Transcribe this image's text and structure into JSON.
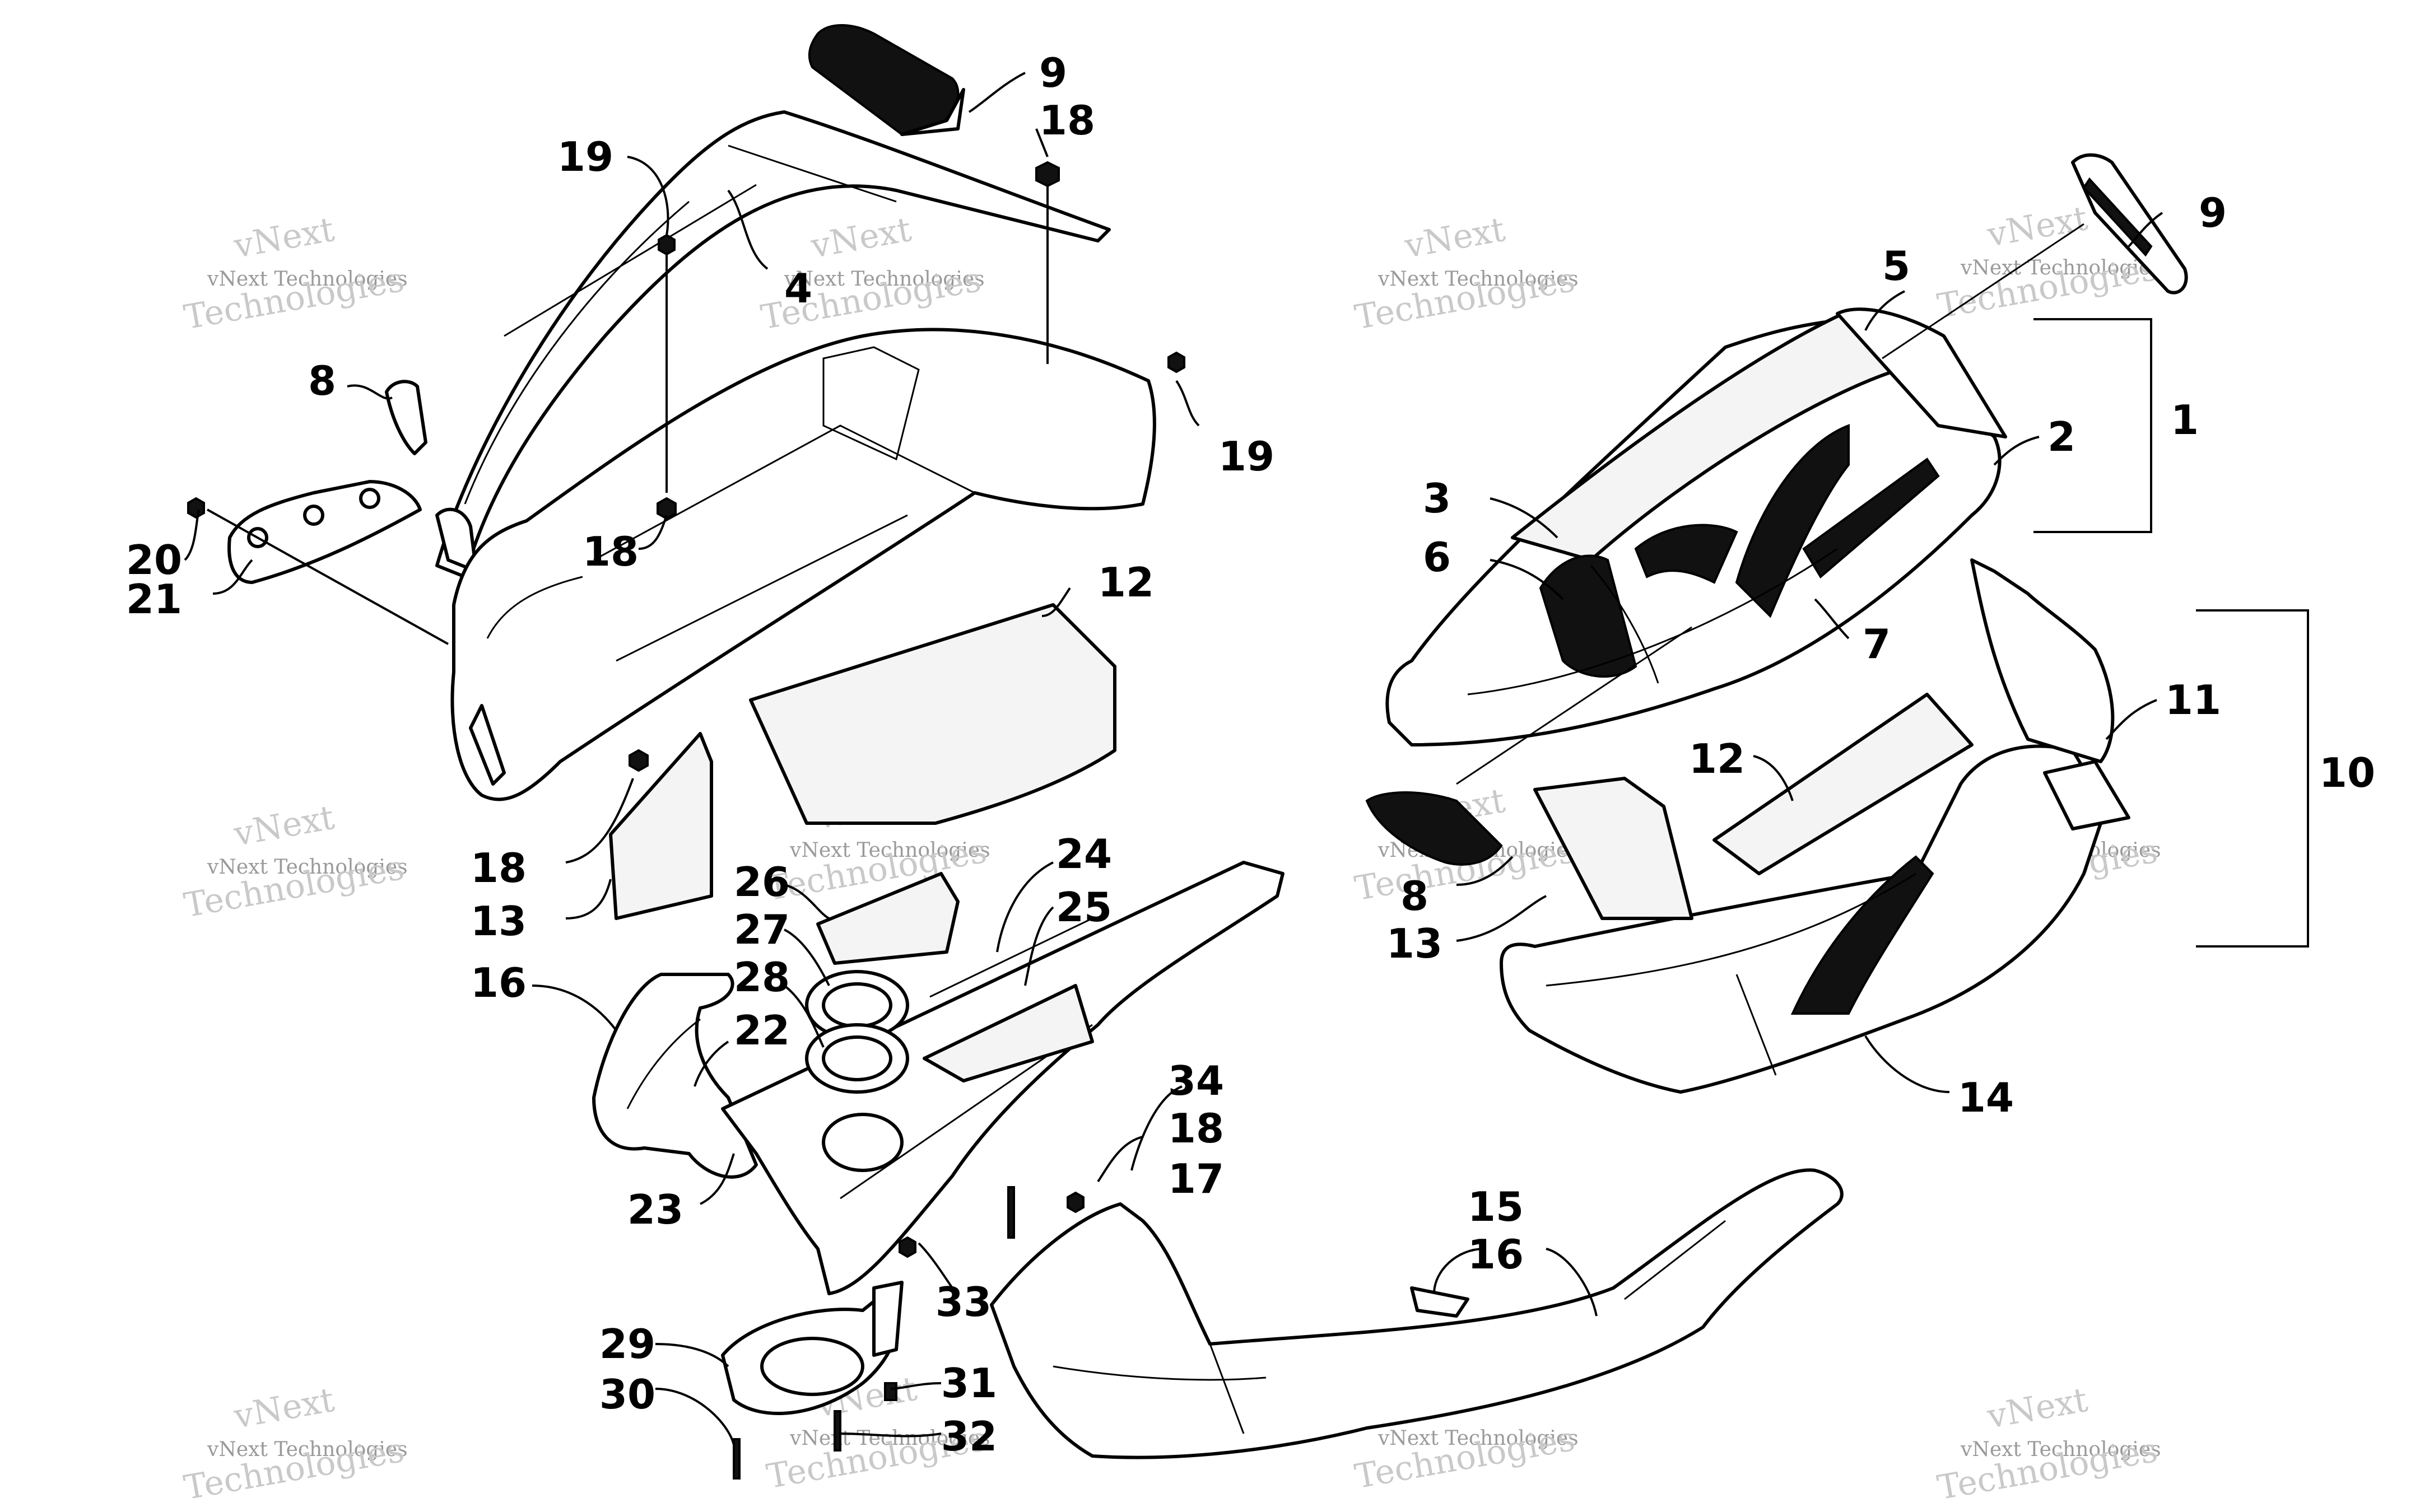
{
  "callouts": [
    {
      "id": "c9a",
      "label": "9"
    },
    {
      "id": "c18a",
      "label": "18"
    },
    {
      "id": "c19a",
      "label": "19"
    },
    {
      "id": "c4",
      "label": "4"
    },
    {
      "id": "c8a",
      "label": "8"
    },
    {
      "id": "c19b",
      "label": "19"
    },
    {
      "id": "c20",
      "label": "20"
    },
    {
      "id": "c21",
      "label": "21"
    },
    {
      "id": "c18b",
      "label": "18"
    },
    {
      "id": "c12a",
      "label": "12"
    },
    {
      "id": "c18c",
      "label": "18"
    },
    {
      "id": "c13a",
      "label": "13"
    },
    {
      "id": "c26",
      "label": "26"
    },
    {
      "id": "c24",
      "label": "24"
    },
    {
      "id": "c27",
      "label": "27"
    },
    {
      "id": "c25",
      "label": "25"
    },
    {
      "id": "c28",
      "label": "28"
    },
    {
      "id": "c16a",
      "label": "16"
    },
    {
      "id": "c22",
      "label": "22"
    },
    {
      "id": "c34",
      "label": "34"
    },
    {
      "id": "c18d",
      "label": "18"
    },
    {
      "id": "c17",
      "label": "17"
    },
    {
      "id": "c23",
      "label": "23"
    },
    {
      "id": "c33",
      "label": "33"
    },
    {
      "id": "c15",
      "label": "15"
    },
    {
      "id": "c16b",
      "label": "16"
    },
    {
      "id": "c29",
      "label": "29"
    },
    {
      "id": "c30",
      "label": "30"
    },
    {
      "id": "c31",
      "label": "31"
    },
    {
      "id": "c32",
      "label": "32"
    },
    {
      "id": "c9b",
      "label": "9"
    },
    {
      "id": "c5",
      "label": "5"
    },
    {
      "id": "c1",
      "label": "1"
    },
    {
      "id": "c2",
      "label": "2"
    },
    {
      "id": "c3",
      "label": "3"
    },
    {
      "id": "c6",
      "label": "6"
    },
    {
      "id": "c7",
      "label": "7"
    },
    {
      "id": "c11",
      "label": "11"
    },
    {
      "id": "c10",
      "label": "10"
    },
    {
      "id": "c12b",
      "label": "12"
    },
    {
      "id": "c8b",
      "label": "8"
    },
    {
      "id": "c13b",
      "label": "13"
    },
    {
      "id": "c14",
      "label": "14"
    }
  ],
  "watermark": {
    "line1": "vNext Technologies",
    "line2": "vNext",
    "line3": "Technologies"
  }
}
